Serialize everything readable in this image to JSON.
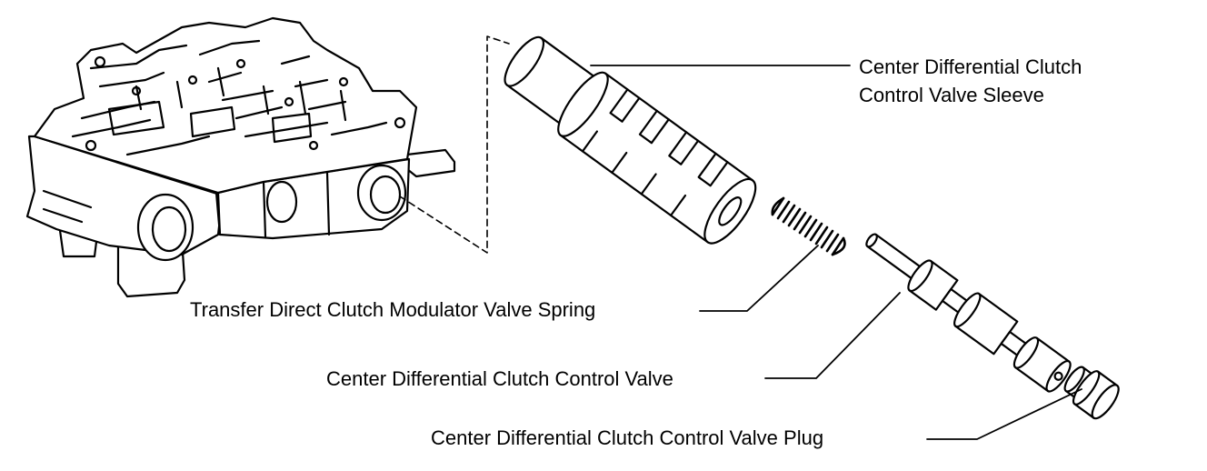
{
  "labels": {
    "sleeve_line1": "Center Differential Clutch",
    "sleeve_line2": "Control Valve Sleeve",
    "spring": "Transfer Direct Clutch Modulator Valve Spring",
    "valve": "Center Differential Clutch Control Valve",
    "plug": "Center Differential Clutch Control Valve Plug"
  },
  "colors": {
    "line": "#000000",
    "fill": "#ffffff"
  }
}
